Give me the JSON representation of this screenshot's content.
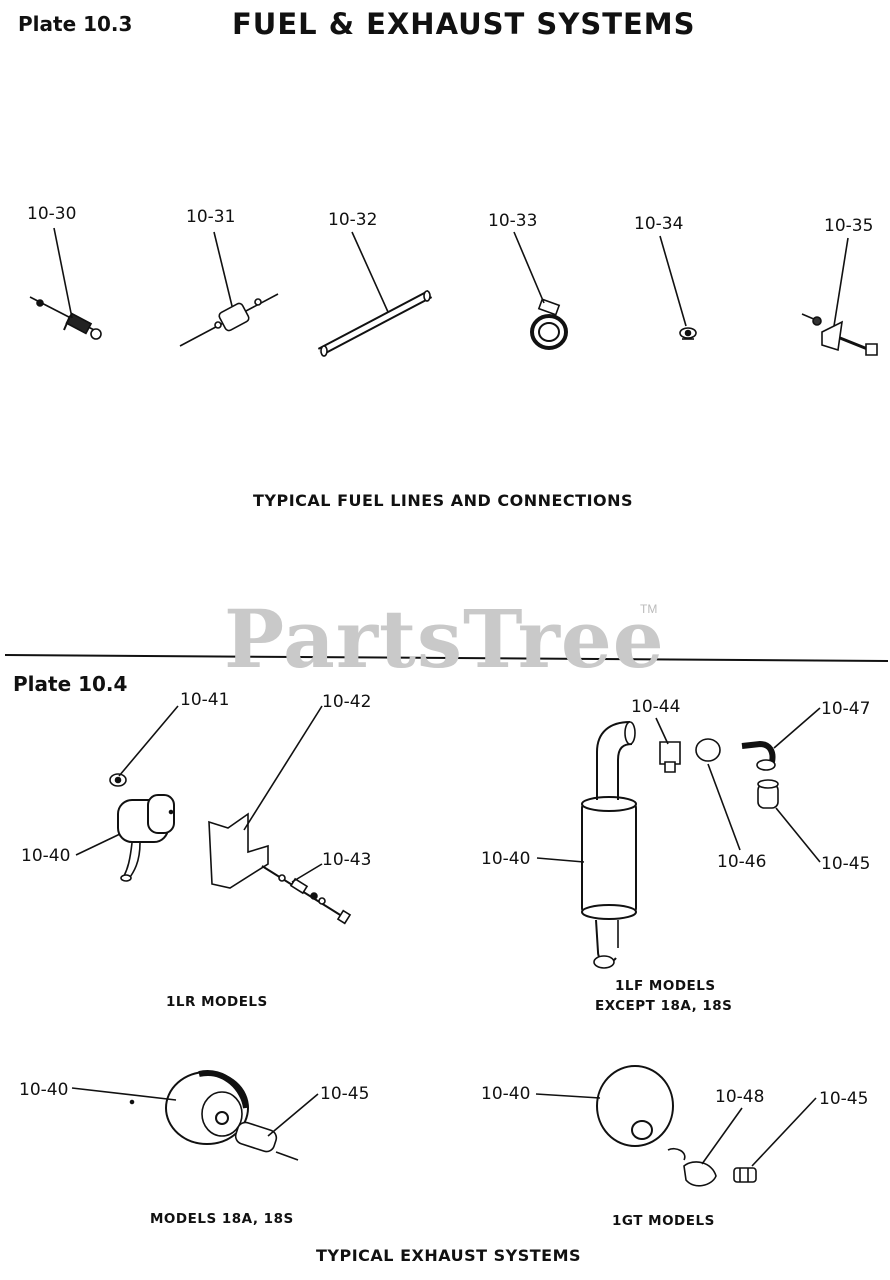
{
  "header": {
    "plate_top": "Plate 10.3",
    "title": "FUEL & EXHAUST SYSTEMS"
  },
  "fuel_section": {
    "parts": [
      "10-30",
      "10-31",
      "10-32",
      "10-33",
      "10-34",
      "10-35"
    ],
    "caption": "TYPICAL FUEL LINES AND CONNECTIONS"
  },
  "watermark": {
    "text": "PartsTree",
    "tm": "TM"
  },
  "exhaust_section": {
    "plate": "Plate 10.4",
    "lr": {
      "parts": [
        "10-41",
        "10-42",
        "10-40",
        "10-43"
      ],
      "caption": "1LR MODELS"
    },
    "lf": {
      "parts": [
        "10-44",
        "10-47",
        "10-40",
        "10-46",
        "10-45"
      ],
      "caption_line1": "1LF MODELS",
      "caption_line2": "EXCEPT 18A, 18S"
    },
    "m18": {
      "parts": [
        "10-40",
        "10-45"
      ],
      "caption": "MODELS 18A, 18S"
    },
    "gt": {
      "parts": [
        "10-40",
        "10-48",
        "10-45"
      ],
      "caption": "1GT MODELS"
    },
    "caption": "TYPICAL EXHAUST SYSTEMS"
  }
}
